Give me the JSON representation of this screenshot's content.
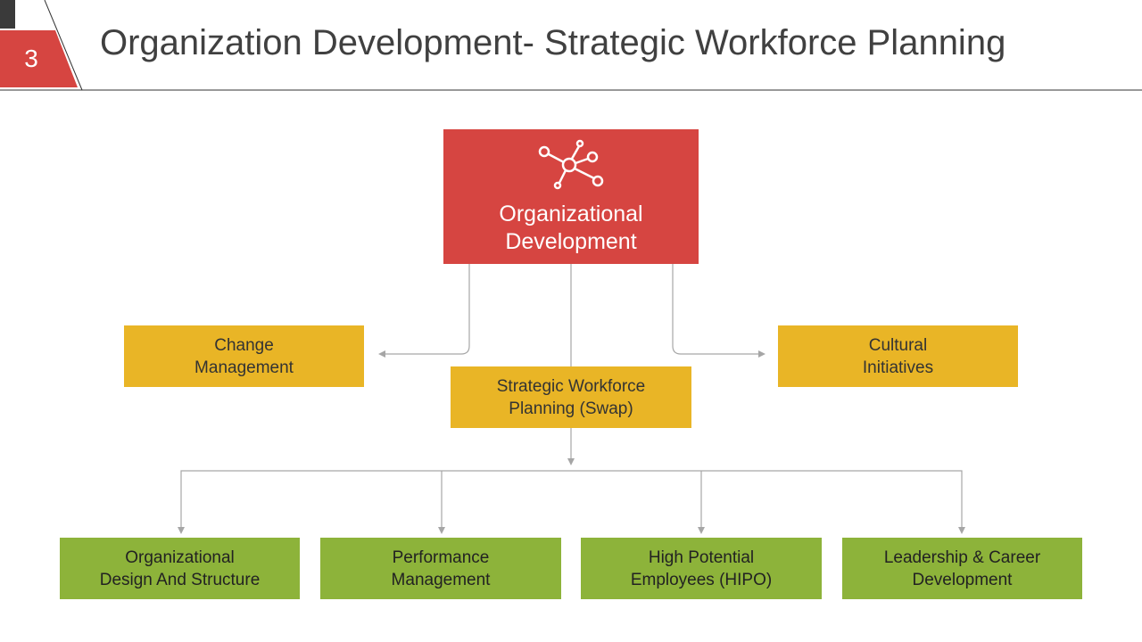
{
  "slide": {
    "number": "3",
    "title": "Organization Development- Strategic Workforce Planning"
  },
  "diagram": {
    "root": {
      "label": "Organizational\nDevelopment",
      "icon": "network-hub-icon"
    },
    "level1": [
      {
        "label": "Change\nManagement"
      },
      {
        "label": "Strategic Workforce\nPlanning  (Swap)"
      },
      {
        "label": "Cultural\nInitiatives"
      }
    ],
    "level2": [
      {
        "label": "Organizational\nDesign And Structure"
      },
      {
        "label": "Performance\nManagement"
      },
      {
        "label": "High  Potential\nEmployees  (HIPO)"
      },
      {
        "label": "Leadership &  Career\nDevelopment"
      }
    ]
  },
  "colors": {
    "red": "#d64541",
    "yellow": "#e9b526",
    "green": "#8db33a",
    "connector": "#a6a6a6"
  }
}
